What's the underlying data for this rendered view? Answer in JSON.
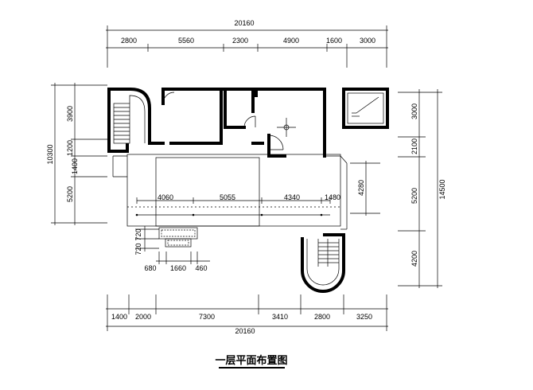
{
  "title": "一层平面布置图",
  "top_dims": {
    "overall": "20160",
    "segments": [
      "2800",
      "5560",
      "2300",
      "4900",
      "1600",
      "3000"
    ]
  },
  "bottom_dims": {
    "overall": "20160",
    "segments": [
      "1400",
      "2000",
      "7300",
      "3410",
      "2800",
      "3250"
    ]
  },
  "left_dims": {
    "overall": "10300",
    "segments": [
      "3900",
      "1200",
      "1400",
      "5200"
    ]
  },
  "right_dims": {
    "overall": "14500",
    "segments": [
      "3000",
      "2100",
      "5200",
      "4200"
    ],
    "inner": "4280"
  },
  "interior_dims": [
    "4060",
    "5055",
    "4340",
    "1480"
  ],
  "small_dims": {
    "vertical": [
      "720",
      "720"
    ],
    "horizontal": [
      "680",
      "1660",
      "460"
    ]
  }
}
